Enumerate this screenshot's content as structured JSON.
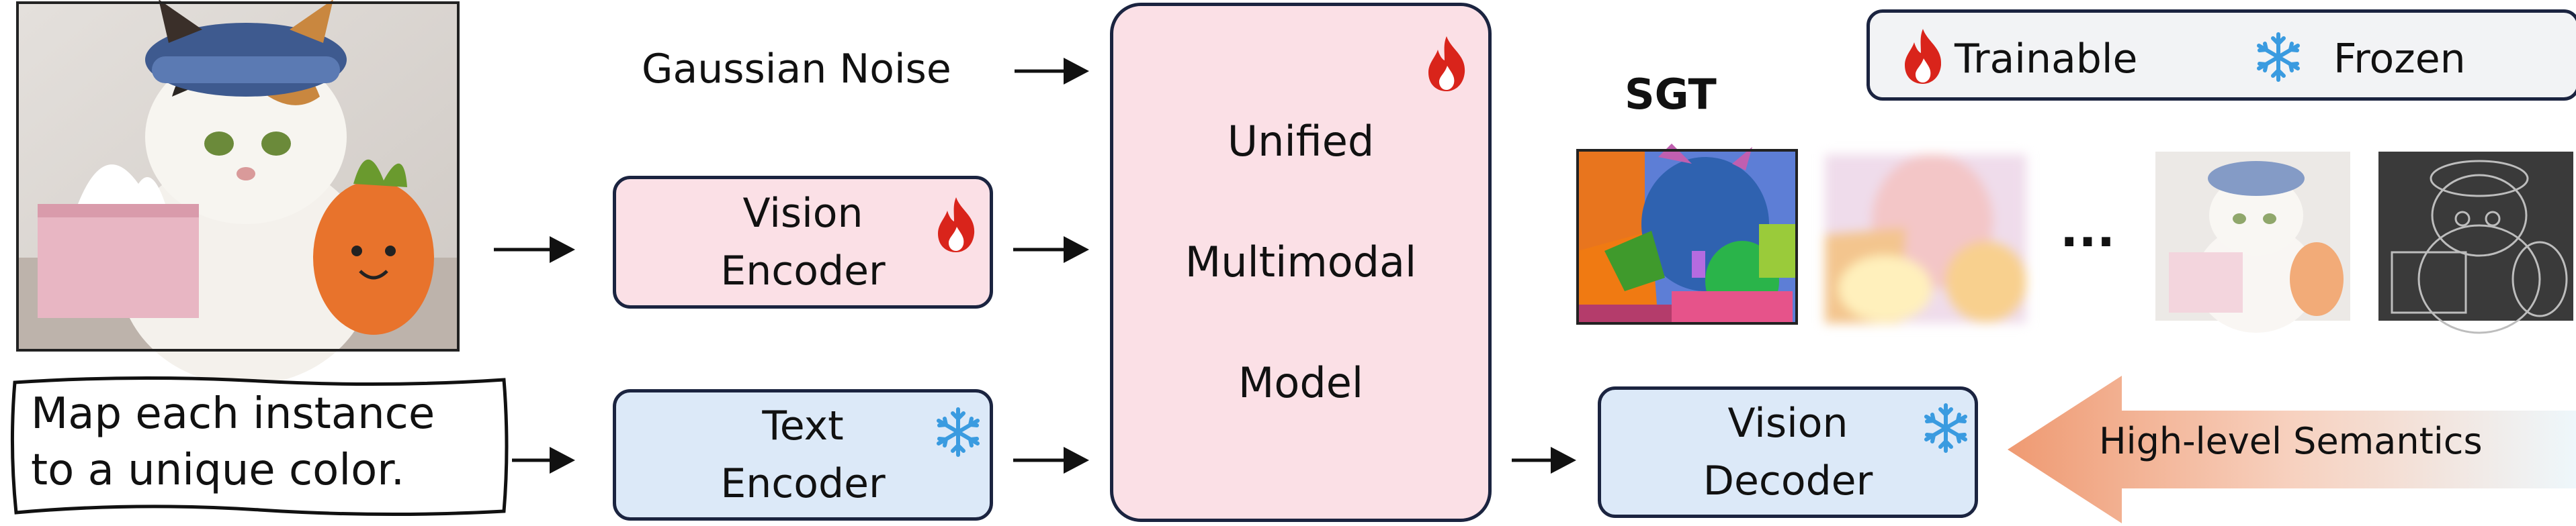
{
  "legend": {
    "trainable_label": "Trainable",
    "frozen_label": "Frozen"
  },
  "inputs": {
    "noise_label": "Gaussian Noise",
    "prompt_line1": "Map each instance",
    "prompt_line2": "to a unique color."
  },
  "modules": {
    "vision_encoder": {
      "line1": "Vision",
      "line2": "Encoder",
      "status": "trainable"
    },
    "text_encoder": {
      "line1": "Text",
      "line2": "Encoder",
      "status": "frozen"
    },
    "umm": {
      "line1": "Unified",
      "line2": "Multimodal",
      "line3": "Model",
      "status": "trainable"
    },
    "vision_decoder": {
      "line1": "Vision",
      "line2": "Decoder",
      "status": "frozen"
    }
  },
  "outputs": {
    "sgt_label": "SGT",
    "ellipsis": "...",
    "semantics_label": "High-level Semantics"
  },
  "colors": {
    "trainable_box": "#fbe0e6",
    "frozen_box": "#dce9f8",
    "border": "#1b2440",
    "flame": "#d9241b",
    "snowflake": "#3a9be0",
    "arrow_fill": "#f2a98a"
  }
}
